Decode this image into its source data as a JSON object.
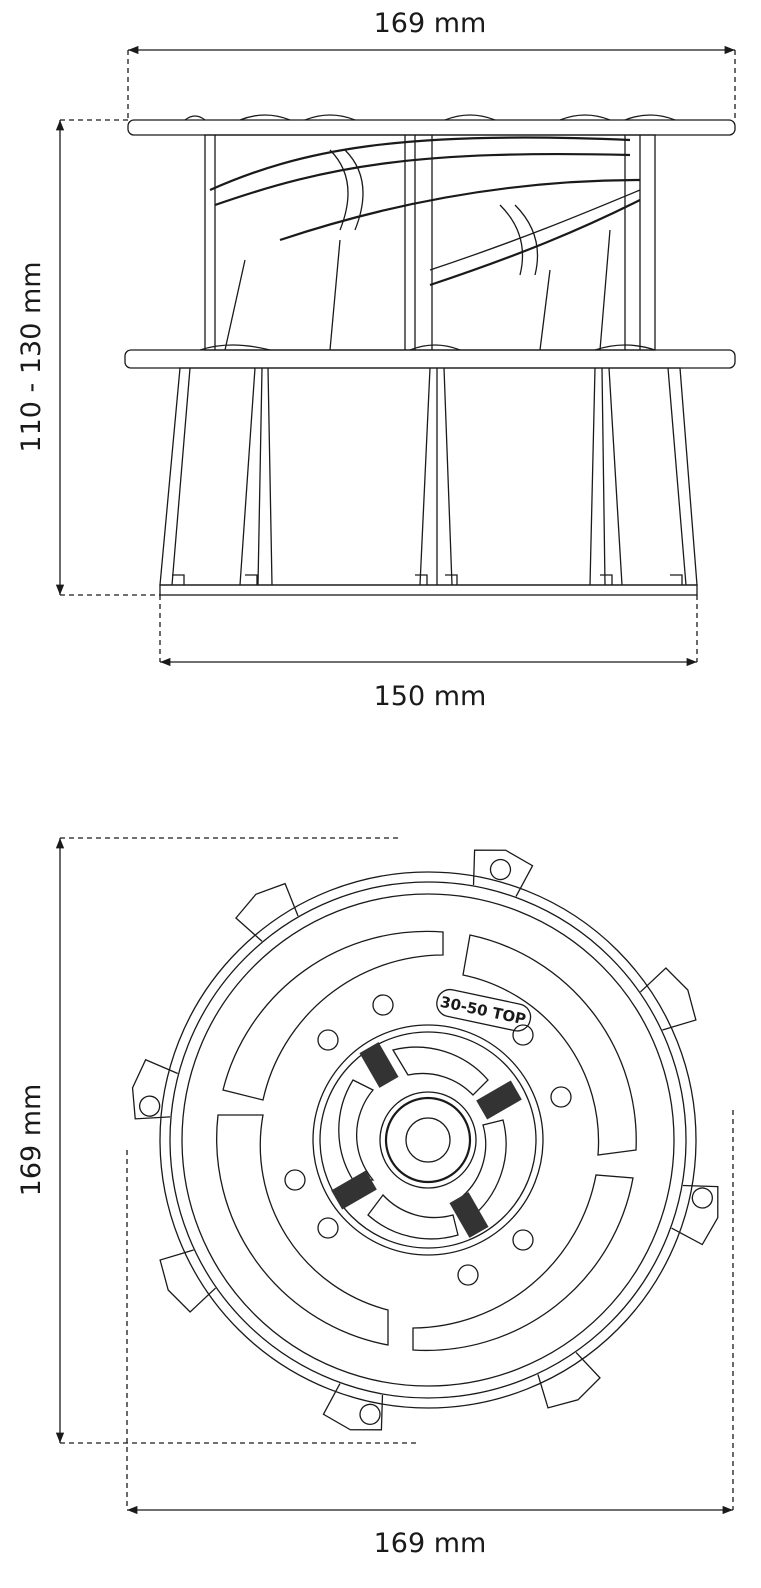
{
  "side_view": {
    "width_top_label": "169 mm",
    "height_label": "110 - 130 mm",
    "width_base_label": "150 mm"
  },
  "top_view": {
    "height_label": "169 mm",
    "width_label": "169 mm",
    "embossed_label": "30-50 TOP"
  },
  "colors": {
    "line": "#1a1a1a",
    "background": "#ffffff"
  }
}
